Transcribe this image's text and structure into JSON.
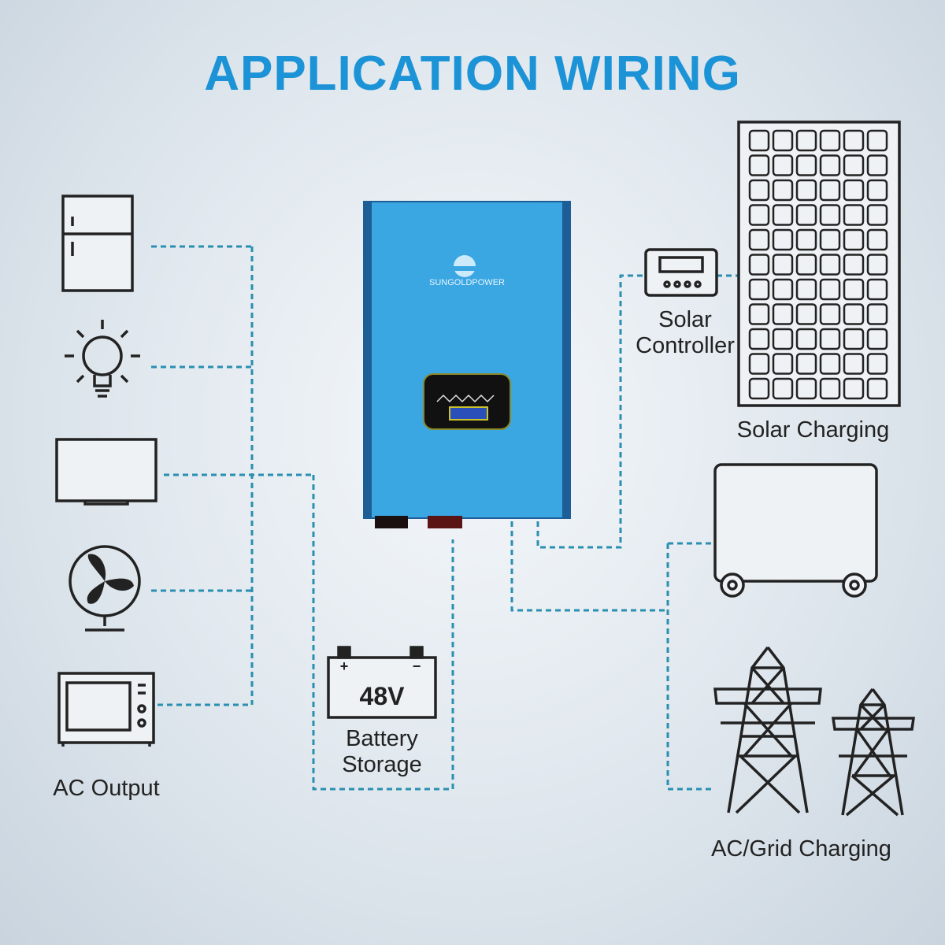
{
  "title": "APPLICATION WIRING",
  "labels": {
    "ac_output": "AC Output",
    "battery": [
      "Battery",
      "Storage"
    ],
    "battery_voltage": "48V",
    "battery_plus": "+",
    "battery_minus": "−",
    "solar_controller": [
      "Solar",
      "Controller"
    ],
    "solar_charging": "Solar Charging",
    "grid_charging": "AC/Grid Charging"
  },
  "inverter": {
    "brand_logo": "SUNGOLDPOWER"
  },
  "colors": {
    "title": "#1b93d6",
    "wire": "#2a8fb0",
    "inverter": "#3aa6e2",
    "icon": "#222222"
  }
}
